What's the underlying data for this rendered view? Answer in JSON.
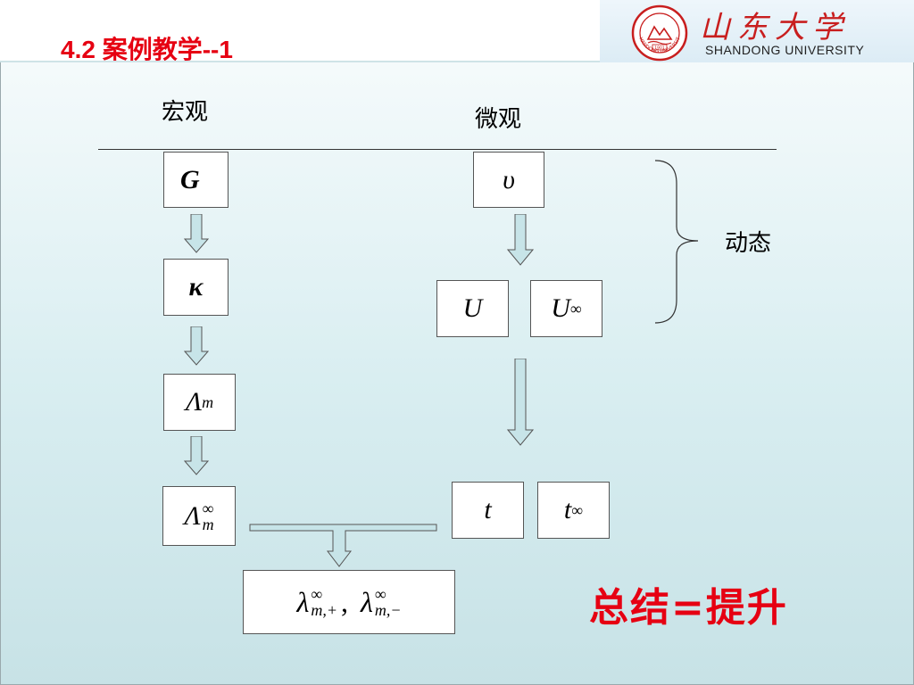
{
  "header": {
    "title": "4.2 案例教学--1",
    "logo_cn": "山东大学",
    "logo_en": "SHANDONG UNIVERSITY",
    "seal_year": "1901",
    "seal_text": "SHANDONG UNIVERSITY"
  },
  "columns": {
    "macro": "宏观",
    "micro": "微观"
  },
  "brace_label": "动态",
  "macro_boxes": {
    "g": "G",
    "kappa": "κ",
    "lambda_base": "Λ",
    "lambda_sub": "m",
    "lambda_inf_sup": "∞"
  },
  "micro_boxes": {
    "upsilon": "υ",
    "u": "U",
    "u_inf_base": "U",
    "u_inf_sup": "∞",
    "t": "t",
    "t_inf_base": "t",
    "t_inf_sup": "∞"
  },
  "result_box": {
    "lambda": "λ",
    "sup": "∞",
    "sub_plus": "m,+",
    "sub_minus": "m,−",
    "sep": ","
  },
  "summary": "总结=提升",
  "colors": {
    "title_red": "#e60012",
    "arrow_fill": "#c7e4e8",
    "arrow_stroke": "#555555"
  }
}
